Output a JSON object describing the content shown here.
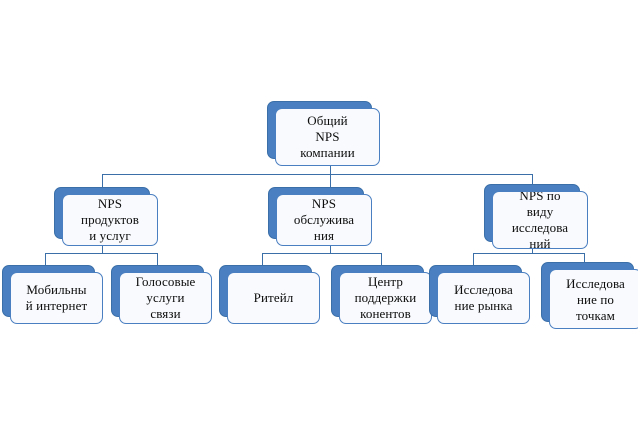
{
  "diagram": {
    "type": "organizational-hierarchy",
    "title_text": "",
    "colors": {
      "box_shadow_blue": "#4a7fc1",
      "box_border_blue": "#4a7fc1",
      "box_face_fill": "#f8fafd",
      "connector_line": "#3a6fa8",
      "text": "#0d0d0d",
      "background": "#ffffff"
    },
    "levels": [
      {
        "level": 1,
        "nodes": [
          {
            "id": "root",
            "label": "Общий\nNPS\nкомпании"
          }
        ]
      },
      {
        "level": 2,
        "nodes": [
          {
            "id": "nps-products",
            "label": "NPS\nпродуктов\nи услуг"
          },
          {
            "id": "nps-service",
            "label": "NPS\nобслужива\nния"
          },
          {
            "id": "nps-research-type",
            "label": "NPS по\nвиду\nисследова\nний"
          }
        ]
      },
      {
        "level": 3,
        "nodes": [
          {
            "id": "mobile-internet",
            "label": "Мобильны\nй интернет"
          },
          {
            "id": "voice-services",
            "label": "Голосовые\nуслуги\nсвязи"
          },
          {
            "id": "retail",
            "label": "Ритейл"
          },
          {
            "id": "support-center",
            "label": "Центр\nподдержки\nконентов"
          },
          {
            "id": "market-research",
            "label": "Исследова\nние рынка"
          },
          {
            "id": "touchpoint-research",
            "label": "Исследова\nние по\nточкам\nконтакта"
          }
        ]
      }
    ]
  }
}
